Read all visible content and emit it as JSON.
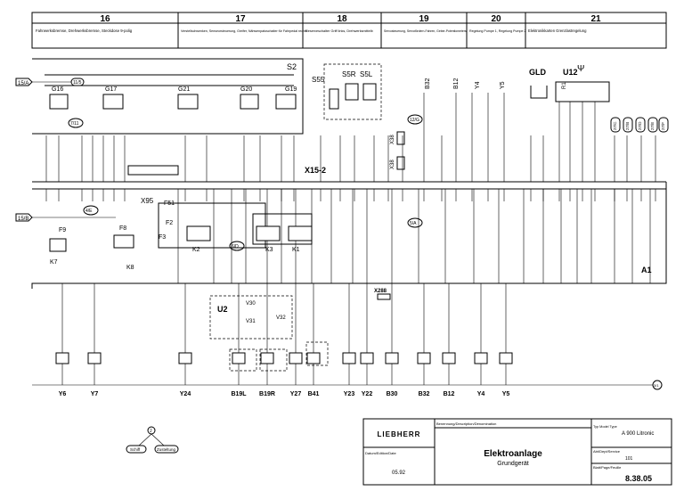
{
  "header": {
    "columns": [
      {
        "number": "16",
        "desc": "Fahrwerksbremse, Drehwerksbremse, Steckdose 9-polig"
      },
      {
        "number": "17",
        "desc": "Verstellschwenken, Senseorsteuerung, Greifer, Nähwenpatoschalter für Fahrpedal rechts"
      },
      {
        "number": "18",
        "desc": "Reserveschalter Griff links, Drehwerksmittelb"
      },
      {
        "number": "19",
        "desc": "Servosteuerung, Servofördern-Fahren, Geber-Potentiometersl"
      },
      {
        "number": "20",
        "desc": "Regelung Pumpe 1, Regelung Pumpe 2"
      },
      {
        "number": "21",
        "desc": "Elektronikkarten Grenzlastregelung"
      }
    ]
  },
  "labels": {
    "s2": "S2",
    "x15_2": "X15-2",
    "x95": "X95",
    "a1": "A1",
    "gld": "GLD",
    "u12": "U12",
    "s55": "S55",
    "s5r": "S5R",
    "s5l": "S5L",
    "x38a": "X38",
    "x38b": "X38",
    "u2": "U2",
    "v30": "V30",
    "v31": "V31",
    "v32": "V32",
    "x288": "X288",
    "f51": "F51",
    "f2": "F2",
    "f3": "F3",
    "f8": "F8",
    "f9": "F9",
    "k1": "K1",
    "k2": "K2",
    "k3": "K3",
    "k7": "K7",
    "k8": "K8",
    "g16": "G16",
    "g17": "G17",
    "g19": "G19",
    "g20": "G20",
    "g21": "G21",
    "b32_top": "B32",
    "b12_top": "B12",
    "y4_top": "Y4",
    "y5_top": "Y5",
    "r1": "R1"
  },
  "refs": {
    "r15a": "15/A",
    "r11_5": "11/5",
    "r7_11": "7/11",
    "r15_b": "15/B",
    "r4_e": "4/E",
    "r6_d": "6/D",
    "r5_a": "5/A",
    "r12_g": "12/G",
    "r27_c": "27/C",
    "r27_b": "27/B",
    "r27_d": "27/D",
    "r27_e": "27/E",
    "r27_f": "27/F"
  },
  "bottom_components": [
    "Y6",
    "Y7",
    "Y24",
    "B19L",
    "B19R",
    "Y27",
    "B41",
    "Y23",
    "Y22",
    "B30",
    "B32",
    "B12",
    "Y4",
    "Y5"
  ],
  "small_legend": {
    "sym": "J",
    "left": "Schiff",
    "right": "Zusteltung"
  },
  "title_block": {
    "logo": "LIEBHERR",
    "benennung_label": "Benennung/Description/Dénomination",
    "title": "Elektroanlage",
    "subtitle": "Grundgerät",
    "date_label": "Datum/Edition/Date",
    "date": "05.92",
    "typ_label": "Typ Model Type",
    "typ": "A 900 Litronic",
    "blatt_label": "Abt/Dept/Service",
    "blatt": "101",
    "page_label": "Blatt/Page/Feuille",
    "page": "8.38.05"
  },
  "circle_marker": "3/1"
}
